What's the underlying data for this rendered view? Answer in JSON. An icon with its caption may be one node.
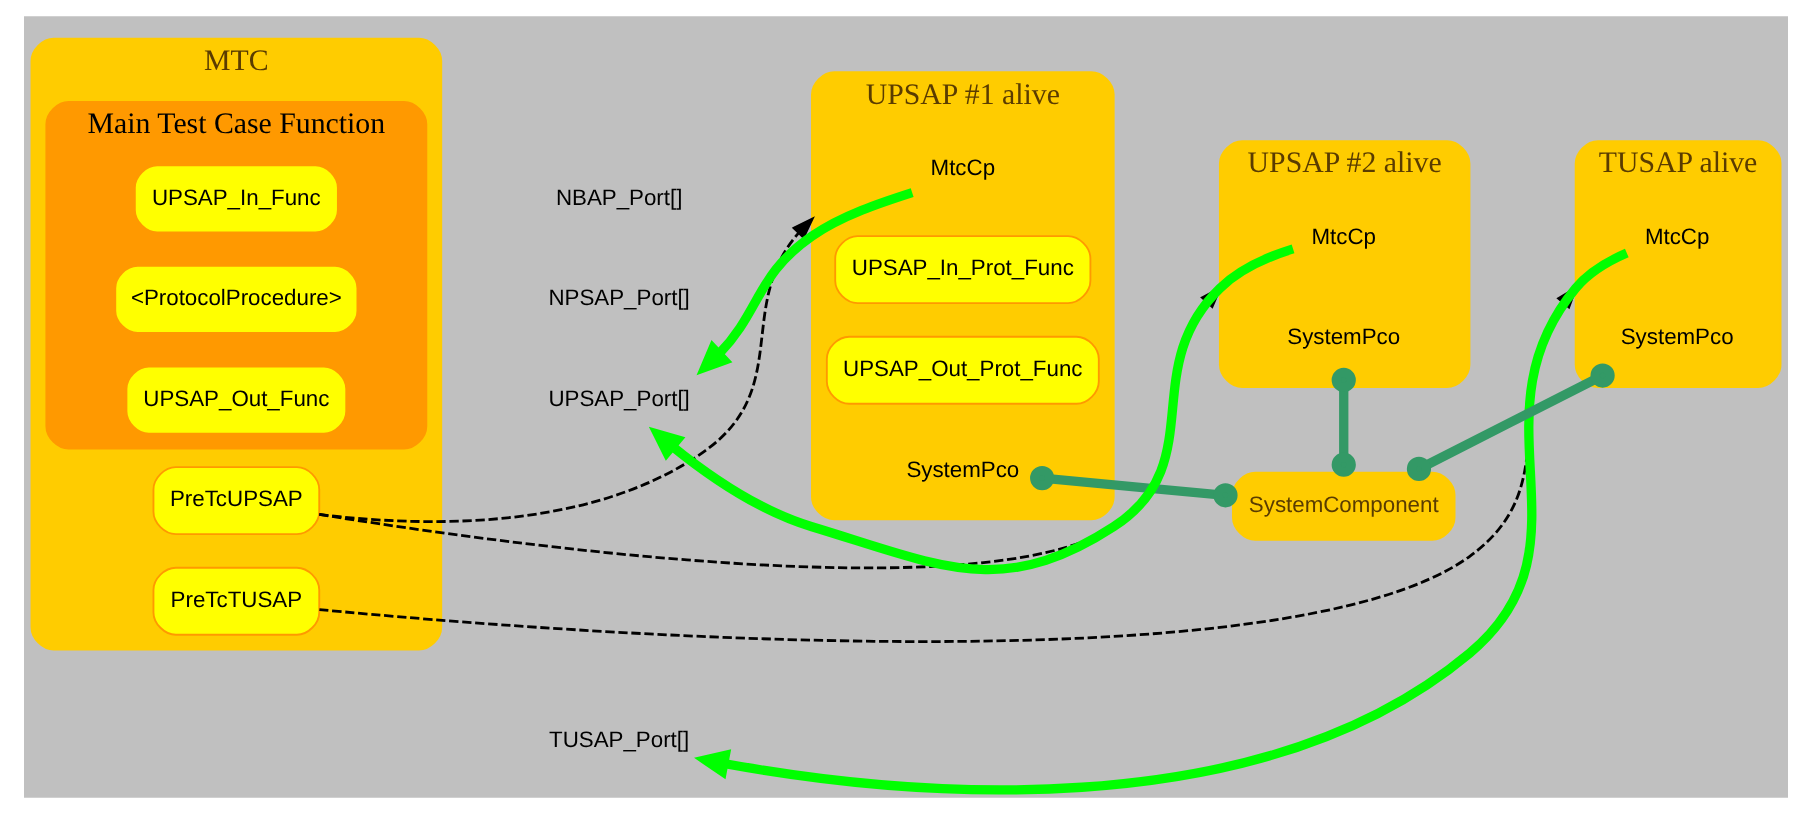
{
  "diagram": {
    "nodes": [
      {
        "text": [
          "MTC"
        ]
      },
      {
        "text": [
          "PreTcUPSAP"
        ],
        "in": 0
      },
      {
        "text": [
          "PreTcTUSAP"
        ],
        "in": 0
      },
      {
        "text": [
          "Main Test Case Function"
        ],
        "in": 0
      },
      {
        "text": [
          "UPSAP_In_Func"
        ],
        "in": 3
      },
      {
        "text": [
          "<ProtocolProcedure>"
        ],
        "in": 3
      },
      {
        "text": [
          "UPSAP_Out_Func"
        ],
        "in": 3
      },
      {
        "text": [
          "UPSAP_Port[]"
        ]
      },
      {
        "text": [
          "TUSAP_Port[]"
        ]
      },
      {
        "text": [
          "NPSAP_Port[]"
        ]
      },
      {
        "text": [
          "NBAP_Port[]"
        ]
      },
      {
        "text": [
          "UPSAP #1 alive"
        ]
      },
      {
        "text": [
          "MtcCp"
        ],
        "in": 11
      },
      {
        "text": [
          "UPSAP_In_Prot_Func"
        ],
        "in": 11
      },
      {
        "text": [
          "UPSAP_Out_Prot_Func"
        ],
        "in": 11
      },
      {
        "text": [
          "SystemPco"
        ],
        "in": 11
      },
      {
        "text": [
          "UPSAP #2 alive"
        ]
      },
      {
        "text": [
          "MtcCp"
        ],
        "in": 16
      },
      {
        "text": [
          "SystemPco"
        ],
        "in": 16
      },
      {
        "text": [
          "TUSAP alive"
        ]
      },
      {
        "text": [
          "MtcCp"
        ],
        "in": 19
      },
      {
        "text": [
          "SystemPco"
        ],
        "in": 19
      },
      {
        "text": [
          "SystemComponent"
        ]
      }
    ],
    "edges": [
      {
        "from": 1,
        "to": 11,
        "arrow": "to",
        "style": "dashed"
      },
      {
        "from": 1,
        "to": 16,
        "arrow": "to",
        "style": "dashed"
      },
      {
        "from": 2,
        "to": 19,
        "arrow": "to",
        "style": "dashed"
      },
      {
        "from": 12,
        "to": 7,
        "arrow": "to",
        "color": "#00ff00"
      },
      {
        "from": 17,
        "to": 7,
        "arrow": "to",
        "color": "#00ff00"
      },
      {
        "from": 20,
        "to": 8,
        "arrow": "to",
        "color": "#00ff00"
      },
      {
        "from": 15,
        "to": 22,
        "arrow": "other",
        "color": "#339966"
      },
      {
        "from": 18,
        "to": 22,
        "arrow": "other",
        "color": "#339966"
      },
      {
        "from": 21,
        "to": 22,
        "arrow": "other",
        "color": "#339966"
      }
    ]
  }
}
